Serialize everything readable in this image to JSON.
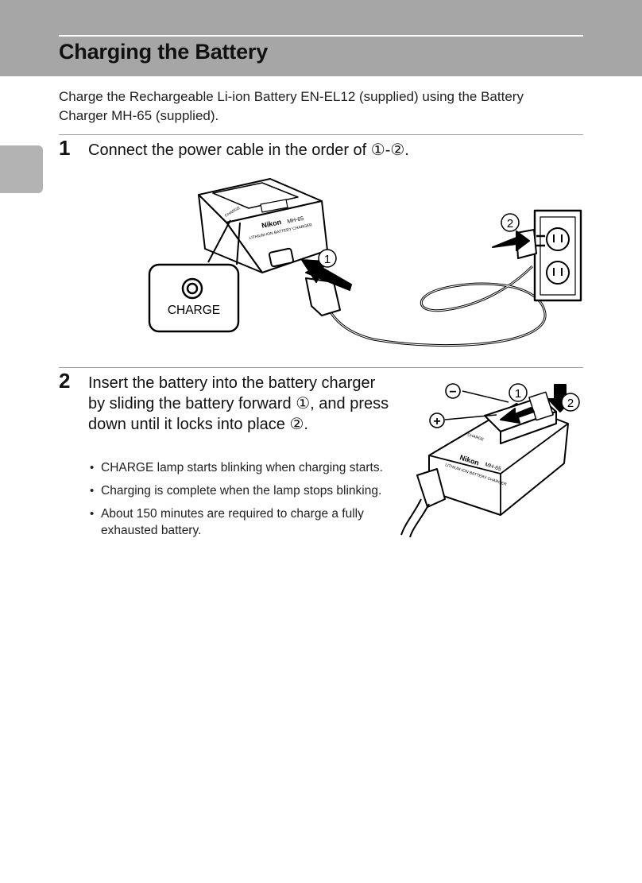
{
  "header": {
    "title": "Charging the Battery"
  },
  "intro": "Charge the Rechargeable Li-ion Battery EN-EL12 (supplied) using the Battery Charger MH-65 (supplied).",
  "steps": [
    {
      "number": "1",
      "text": "Connect the power cable in the order of ①-②."
    },
    {
      "number": "2",
      "text": "Insert the battery into the battery charger by sliding the battery forward ①, and press down until it locks into place ②.",
      "bullets": [
        "CHARGE lamp starts blinking when charging starts.",
        "Charging is complete when the lamp stops blinking.",
        "About 150 minutes are required to charge a fully exhausted battery."
      ]
    }
  ],
  "figure1": {
    "callout_label": "CHARGE",
    "marker_1": "1",
    "marker_2": "2",
    "brand": "Nikon",
    "model": "MH-65",
    "charger_caption": "LITHIUM-ION BATTERY CHARGER",
    "lamp_label": "CHARGE"
  },
  "figure2": {
    "minus": "−",
    "plus": "+",
    "marker_1": "1",
    "marker_2": "2",
    "brand": "Nikon",
    "model": "MH-65",
    "charger_caption": "LITHIUM-ION BATTERY CHARGER",
    "lamp_label": "CHARGE"
  }
}
